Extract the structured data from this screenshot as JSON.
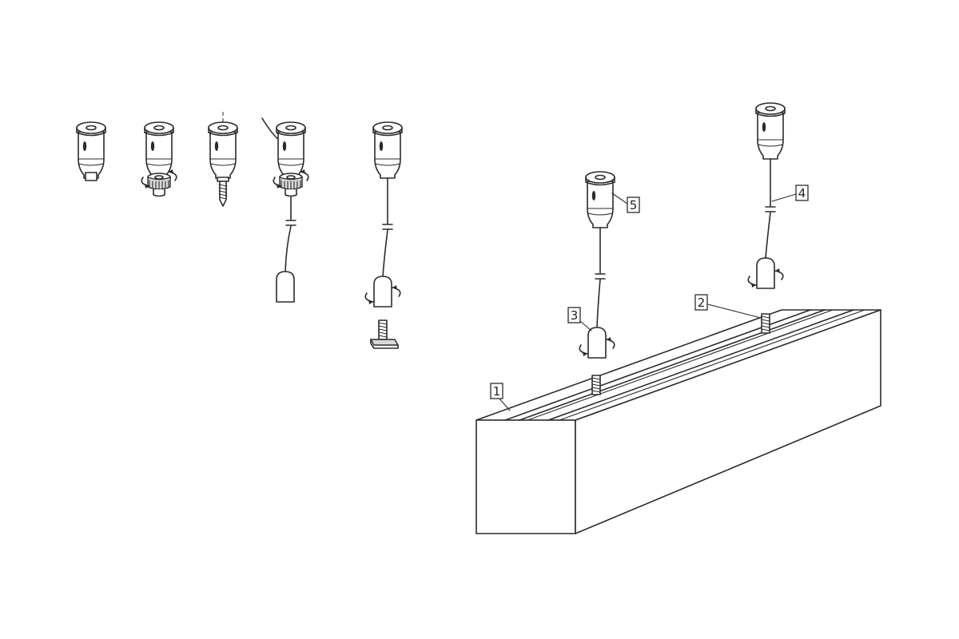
{
  "diagram": {
    "colors": {
      "line": "#2b2b2b",
      "background": "#ffffff",
      "metal_fill": "#d9d9d9"
    },
    "steps": [
      {
        "id": "step-1",
        "parts": [
          "ceiling-cup"
        ]
      },
      {
        "id": "step-2",
        "parts": [
          "ceiling-cup",
          "rotating-insert"
        ]
      },
      {
        "id": "step-3",
        "parts": [
          "ceiling-cup",
          "screw"
        ]
      },
      {
        "id": "step-4",
        "parts": [
          "ceiling-cup",
          "cable",
          "rotating-insert",
          "cable-sleeve"
        ]
      },
      {
        "id": "step-5",
        "parts": [
          "ceiling-cup",
          "cable",
          "cable-sleeve",
          "threaded-stud-plate"
        ]
      }
    ],
    "callouts": [
      {
        "id": "callout-1",
        "label": "1"
      },
      {
        "id": "callout-2",
        "label": "2"
      },
      {
        "id": "callout-3",
        "label": "3"
      },
      {
        "id": "callout-4",
        "label": "4"
      },
      {
        "id": "callout-5",
        "label": "5"
      }
    ]
  }
}
